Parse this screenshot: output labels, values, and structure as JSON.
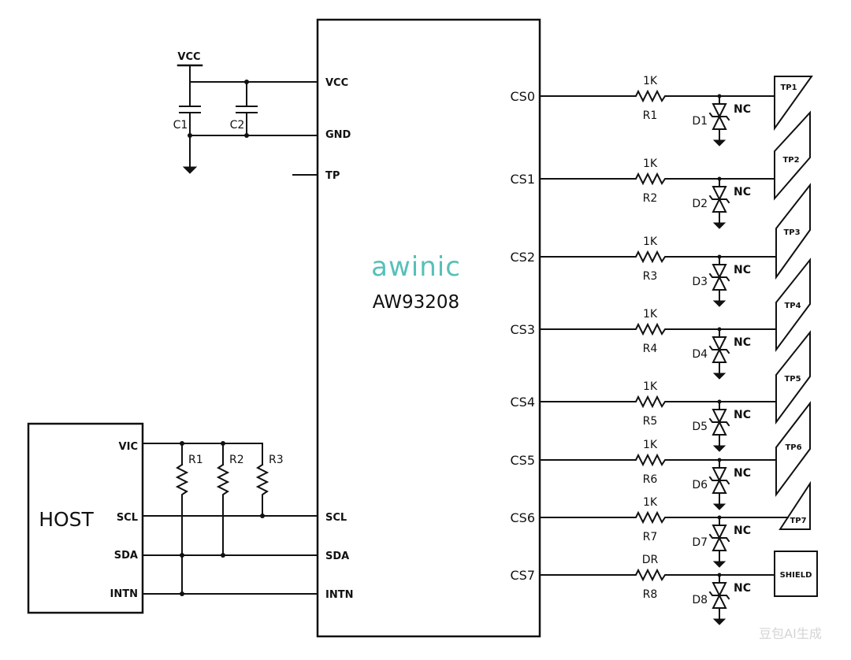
{
  "supply": {
    "rail": "VCC",
    "caps": [
      "C1",
      "C2"
    ]
  },
  "ic": {
    "logo": "awinic",
    "logo_color": "#56c1b8",
    "part_number": "AW93208",
    "pins_left": {
      "vcc": "VCC",
      "gnd": "GND",
      "tp": "TP",
      "scl": "SCL",
      "sda": "SDA",
      "intn": "INTN"
    }
  },
  "host": {
    "label": "HOST",
    "pins": {
      "vic": "VIC",
      "scl": "SCL",
      "sda": "SDA",
      "intn": "INTN"
    },
    "pullups": [
      "R1",
      "R2",
      "R3"
    ]
  },
  "channels": [
    {
      "pin": "CS0",
      "resistor_value": "1K",
      "resistor": "R1",
      "diode": "D1",
      "diode_note": "NC",
      "pad": "TP1"
    },
    {
      "pin": "CS1",
      "resistor_value": "1K",
      "resistor": "R2",
      "diode": "D2",
      "diode_note": "NC",
      "pad": "TP2"
    },
    {
      "pin": "CS2",
      "resistor_value": "1K",
      "resistor": "R3",
      "diode": "D3",
      "diode_note": "NC",
      "pad": "TP3"
    },
    {
      "pin": "CS3",
      "resistor_value": "1K",
      "resistor": "R4",
      "diode": "D4",
      "diode_note": "NC",
      "pad": "TP4"
    },
    {
      "pin": "CS4",
      "resistor_value": "1K",
      "resistor": "R5",
      "diode": "D5",
      "diode_note": "NC",
      "pad": "TP5"
    },
    {
      "pin": "CS5",
      "resistor_value": "1K",
      "resistor": "R6",
      "diode": "D6",
      "diode_note": "NC",
      "pad": "TP6"
    },
    {
      "pin": "CS6",
      "resistor_value": "1K",
      "resistor": "R7",
      "diode": "D7",
      "diode_note": "NC",
      "pad": "TP7"
    },
    {
      "pin": "CS7",
      "resistor_value": "DR",
      "resistor": "R8",
      "diode": "D8",
      "diode_note": "NC",
      "pad": "SHIELD"
    }
  ],
  "watermark": "豆包AI生成"
}
